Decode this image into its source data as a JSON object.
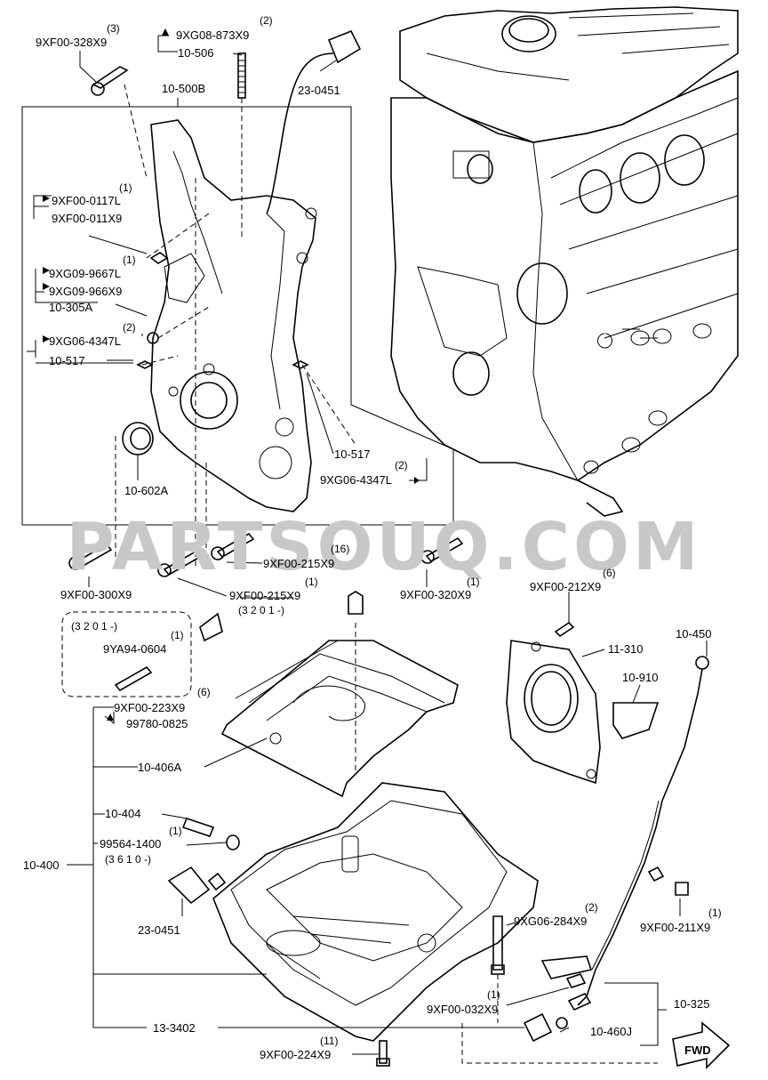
{
  "watermark": "PARTSOUQ.COM",
  "fwd_label": "FWD",
  "labels": {
    "p9xf00_328x9": "9XF00-328X9",
    "q3": "(3)",
    "p9xg08_873x9": "9XG08-873X9",
    "q2a": "(2)",
    "p10_506": "10-506",
    "p23_0451_top": "23-0451",
    "p10_500b": "10-500B",
    "q1a": "(1)",
    "p9xf00_0117l": "9XF00-0117L",
    "p9xf00_011x9": "9XF00-011X9",
    "q1b": "(1)",
    "p9xg09_9667l": "9XG09-9667L",
    "p9xg09_966x9": "9XG09-966X9",
    "p10_305a": "10-305A",
    "q2b": "(2)",
    "p9xg06_4347l_a": "9XG06-4347L",
    "p10_517_a": "10-517",
    "p10_602a": "10-602A",
    "p10_517_b": "10-517",
    "q2c": "(2)",
    "p9xg06_4347l_b": "9XG06-4347L",
    "q16": "(16)",
    "p9xf00_215x9_a": "9XF00-215X9",
    "q1c": "(1)",
    "p9xf00_215x9_b": "9XF00-215X9",
    "p3201_a": "(3 2 0 1 -)",
    "p9xf00_300x9": "9XF00-300X9",
    "q1d": "(1)",
    "p9xf00_320x9": "9XF00-320X9",
    "q6a": "(6)",
    "p9xf00_212x9": "9XF00-212X9",
    "p3201_b": "(3 2 0 1 -)",
    "q1e": "(1)",
    "p9ya94_0604": "9YA94-0604",
    "p11_310": "11-310",
    "p10_450": "10-450",
    "p10_910": "10-910",
    "q6b": "(6)",
    "p9xf00_223x9": "9XF00-223X9",
    "p99780_0825": "99780-0825",
    "p10_406a": "10-406A",
    "p10_404": "10-404",
    "q1f": "(1)",
    "p99564_1400": "99564-1400",
    "p3610": "(3 6 1 0 -)",
    "p10_400": "10-400",
    "p23_0451_bot": "23-0451",
    "q2d": "(2)",
    "p9xg06_284x9": "9XG06-284X9",
    "q1g": "(1)",
    "p9xf00_211x9": "9XF00-211X9",
    "q1h": "(1)",
    "p9xf00_032x9": "9XF00-032X9",
    "p10_325": "10-325",
    "p10_460j": "10-460J",
    "p13_3402": "13-3402",
    "q11": "(11)",
    "p9xf00_224x9": "9XF00-224X9"
  }
}
